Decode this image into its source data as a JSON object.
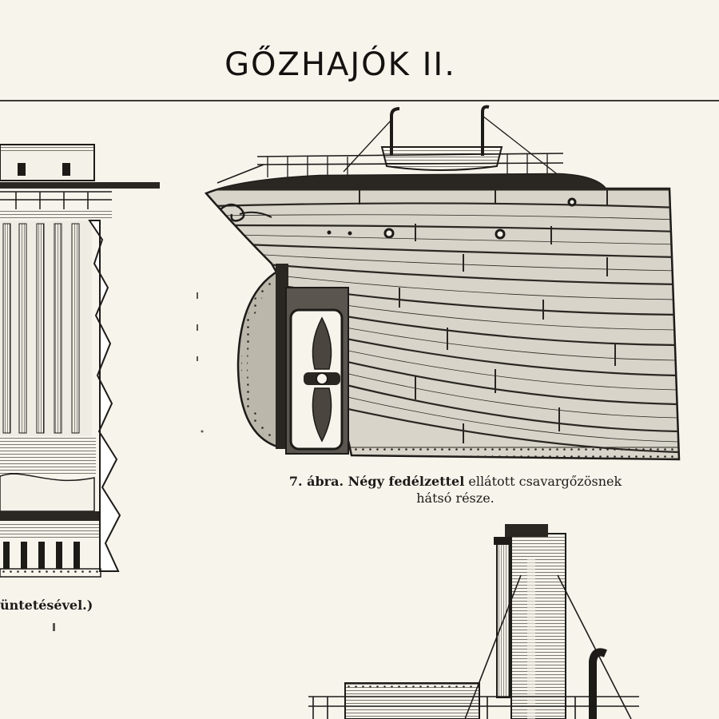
{
  "title": "GŐZHAJÓK II.",
  "figure7": {
    "label": "7. ábra. Négy fedélzettel",
    "rest_line1": " ellátott csavargőzösnek",
    "line2": "hátsó része."
  },
  "figure6": {
    "caption_fragment": "üntetésével.)"
  },
  "colors": {
    "paper": "#f7f4ec",
    "ink": "#1d1b18"
  }
}
